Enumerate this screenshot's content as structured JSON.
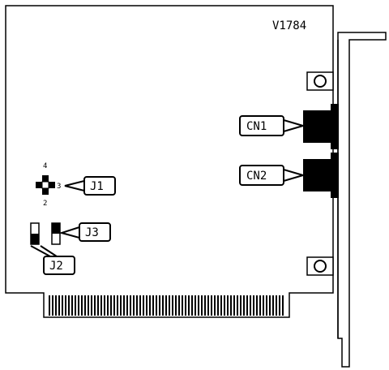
{
  "diagram": {
    "model_number": "V1784",
    "connectors": [
      {
        "id": "cn1",
        "label": "CN1"
      },
      {
        "id": "cn2",
        "label": "CN2"
      }
    ],
    "jumpers": [
      {
        "id": "j1",
        "label": "J1",
        "pins": [
          "4",
          "3",
          "2"
        ]
      },
      {
        "id": "j2",
        "label": "J2"
      },
      {
        "id": "j3",
        "label": "J3"
      }
    ]
  }
}
